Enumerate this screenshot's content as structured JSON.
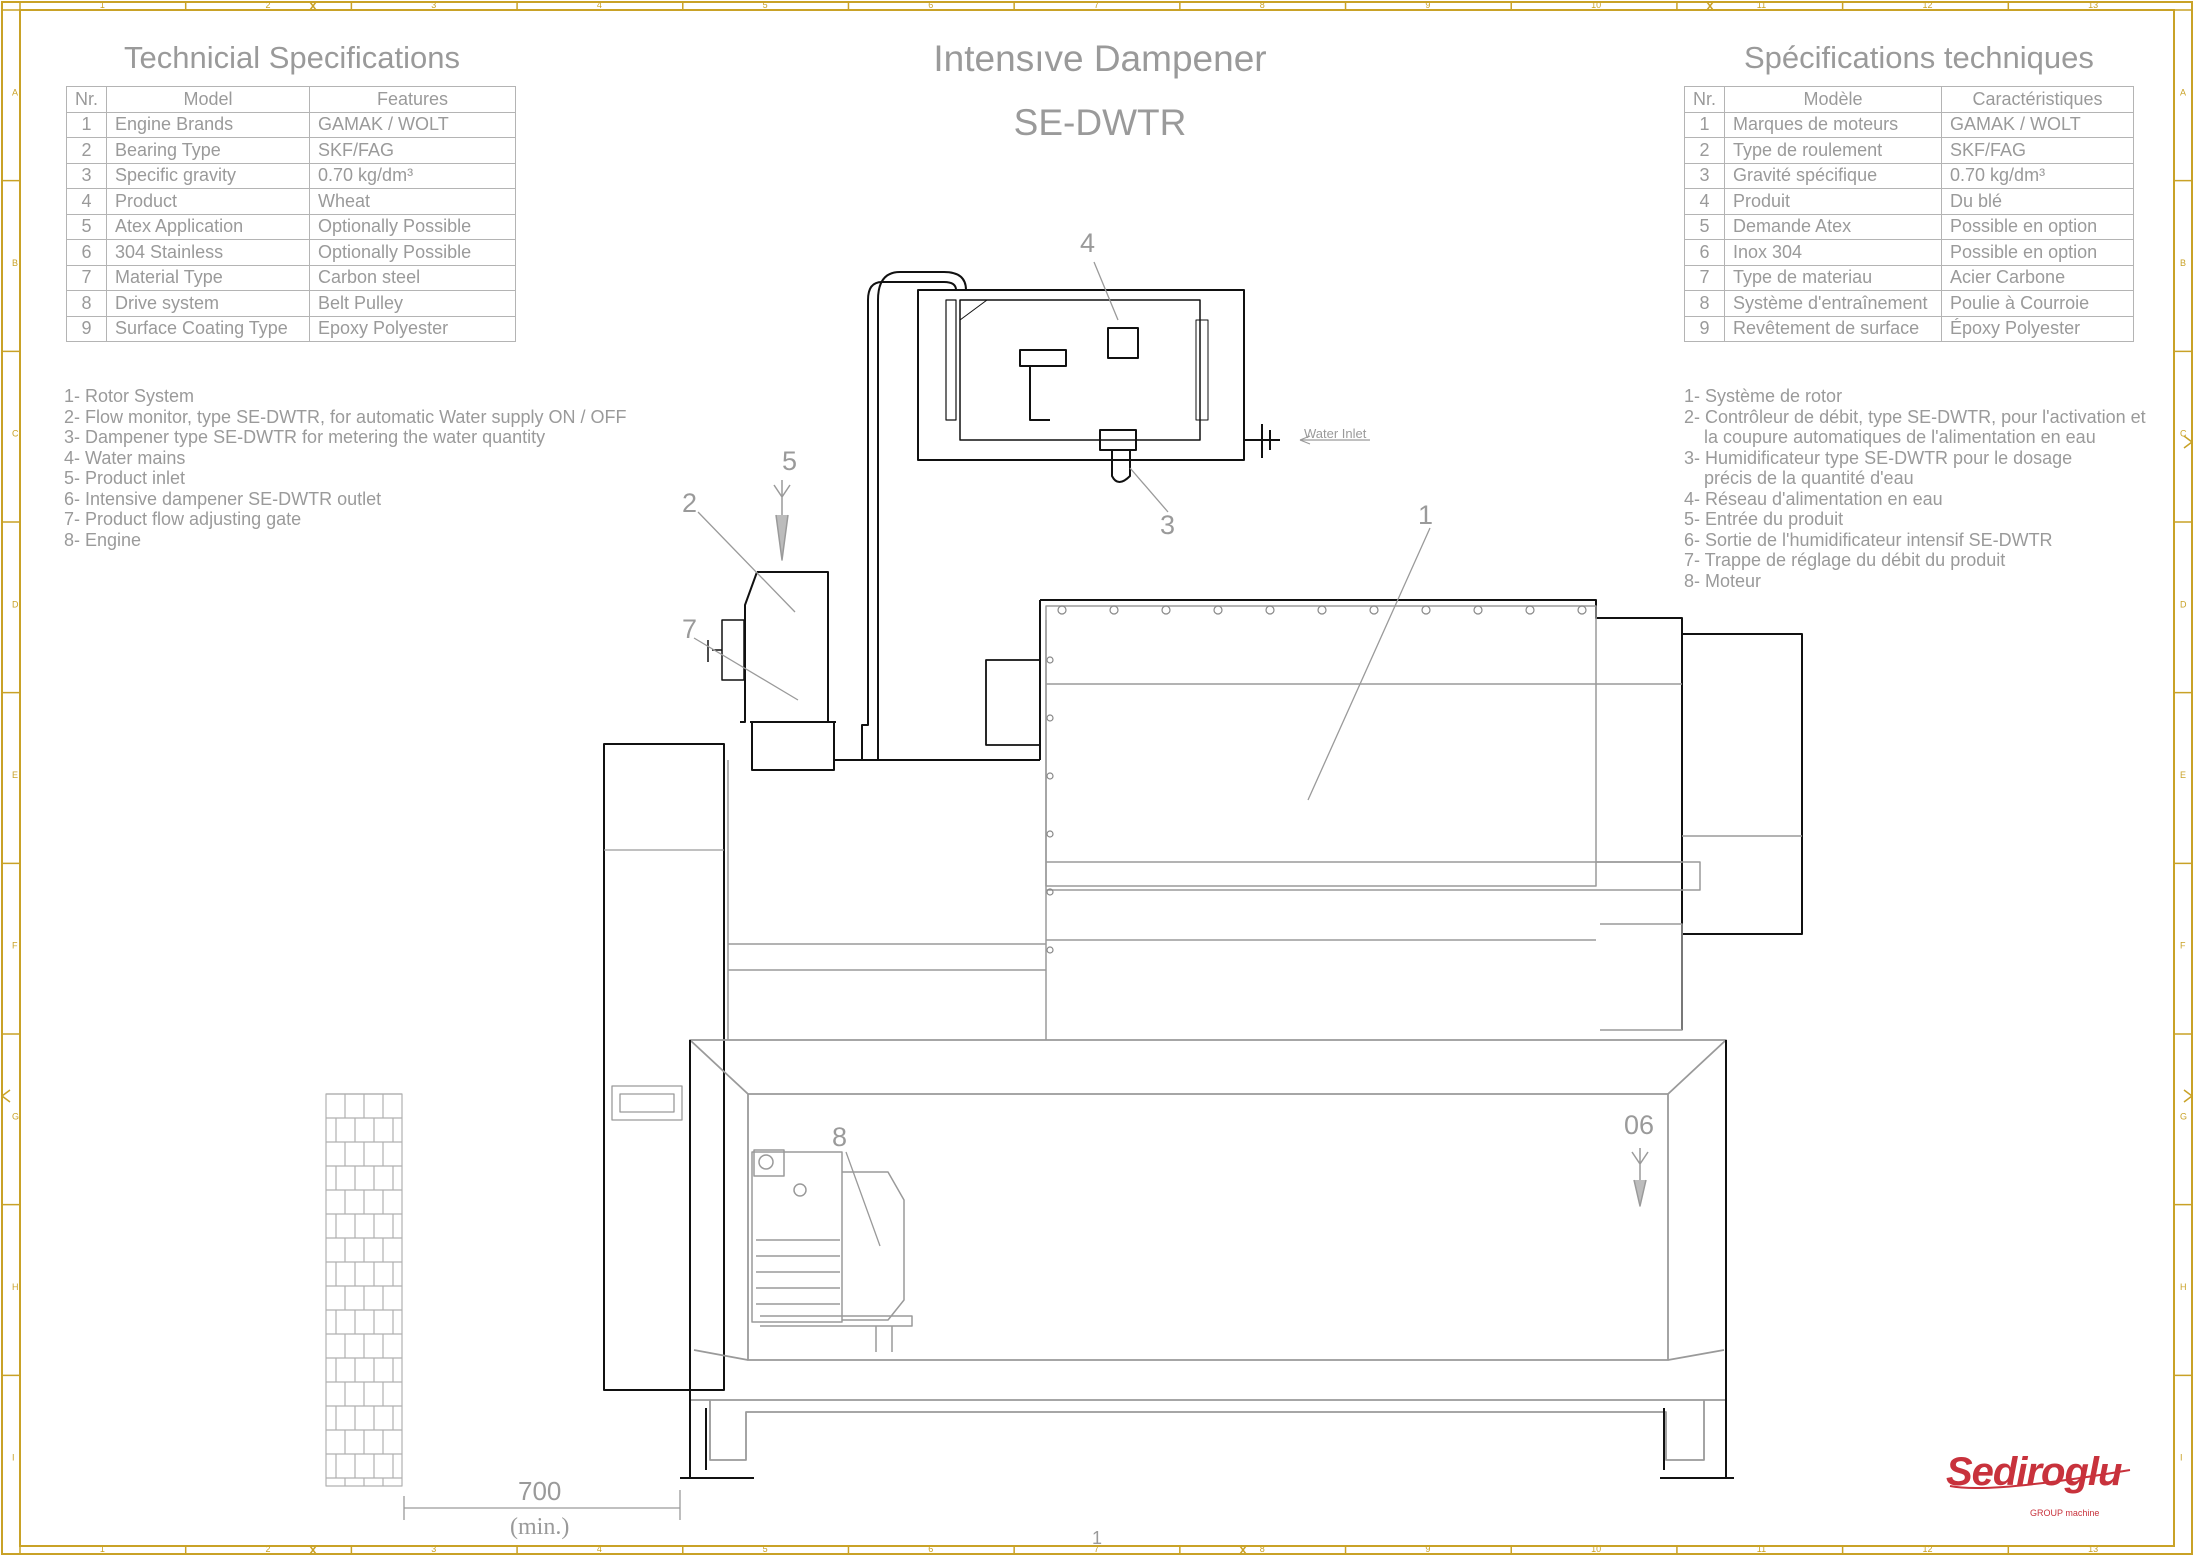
{
  "title": {
    "line1": "Intensıve Dampener",
    "line2": "SE-DWTR"
  },
  "spec_en": {
    "heading": "Technicial Specifications",
    "columns": [
      "Nr.",
      "Model",
      "Features"
    ],
    "rows": [
      [
        "1",
        "Engine Brands",
        "GAMAK / WOLT"
      ],
      [
        "2",
        "Bearing Type",
        "SKF/FAG"
      ],
      [
        "3",
        "Specific gravity",
        "0.70 kg/dm³"
      ],
      [
        "4",
        "Product",
        "Wheat"
      ],
      [
        "5",
        "Atex Application",
        "Optionally Possible"
      ],
      [
        "6",
        "304 Stainless",
        "Optionally Possible"
      ],
      [
        "7",
        "Material Type",
        "Carbon steel"
      ],
      [
        "8",
        "Drive system",
        "Belt Pulley"
      ],
      [
        "9",
        "Surface Coating Type",
        "Epoxy Polyester"
      ]
    ]
  },
  "spec_fr": {
    "heading": "Spécifications techniques",
    "columns": [
      "Nr.",
      "Modèle",
      "Caractéristiques"
    ],
    "rows": [
      [
        "1",
        "Marques de moteurs",
        "GAMAK / WOLT"
      ],
      [
        "2",
        "Type de roulement",
        "SKF/FAG"
      ],
      [
        "3",
        "Gravité spécifique",
        "0.70 kg/dm³"
      ],
      [
        "4",
        "Produit",
        "Du blé"
      ],
      [
        "5",
        "Demande Atex",
        "Possible en option"
      ],
      [
        "6",
        "Inox 304",
        "Possible en option"
      ],
      [
        "7",
        "Type de materiau",
        "Acier Carbone"
      ],
      [
        "8",
        "Système d'entraînement",
        "Poulie à Courroie"
      ],
      [
        "9",
        "Revêtement de surface",
        "Époxy Polyester"
      ]
    ]
  },
  "legend_en": [
    "1- Rotor System",
    "2- Flow monitor, type SE-DWTR, for automatic Water supply ON / OFF",
    "3- Dampener type SE-DWTR for metering the water quantity",
    "4- Water mains",
    "5- Product inlet",
    "6- Intensive dampener SE-DWTR outlet",
    "7- Product flow adjusting gate",
    "8- Engine"
  ],
  "legend_fr": [
    "1- Système de rotor",
    "2- Contrôleur de débit, type SE-DWTR, pour l'activation et",
    "    la coupure automatiques de l'alimentation en eau",
    "3- Humidificateur type SE-DWTR pour le dosage",
    "    précis de la quantité d'eau",
    "4- Réseau d'alimentation en eau",
    "5- Entrée du produit",
    "6- Sortie de l'humidificateur intensif SE-DWTR",
    "7- Trappe de réglage du débit du produit",
    "8- Moteur"
  ],
  "callouts": {
    "c1": "1",
    "c2": "2",
    "c3": "3",
    "c4": "4",
    "c5": "5",
    "c6": "06",
    "c7": "7",
    "c8": "8"
  },
  "water_inlet_label": "Water Inlet",
  "dimension": {
    "value": "700",
    "note": "(min.)"
  },
  "page_number": "1",
  "logo": {
    "name": "Sediroglu",
    "sub": "GROUP machine"
  },
  "frame": {
    "col_labels": [
      "1",
      "2",
      "3",
      "4",
      "5",
      "6",
      "7",
      "8",
      "9",
      "10",
      "11",
      "12",
      "13"
    ],
    "row_labels": [
      "A",
      "B",
      "C",
      "D",
      "E",
      "F",
      "G",
      "H",
      "I"
    ]
  },
  "colors": {
    "frame": "#c9a227",
    "line": "#9a9a9a",
    "dark": "#111111",
    "logo": "#c8323c"
  }
}
